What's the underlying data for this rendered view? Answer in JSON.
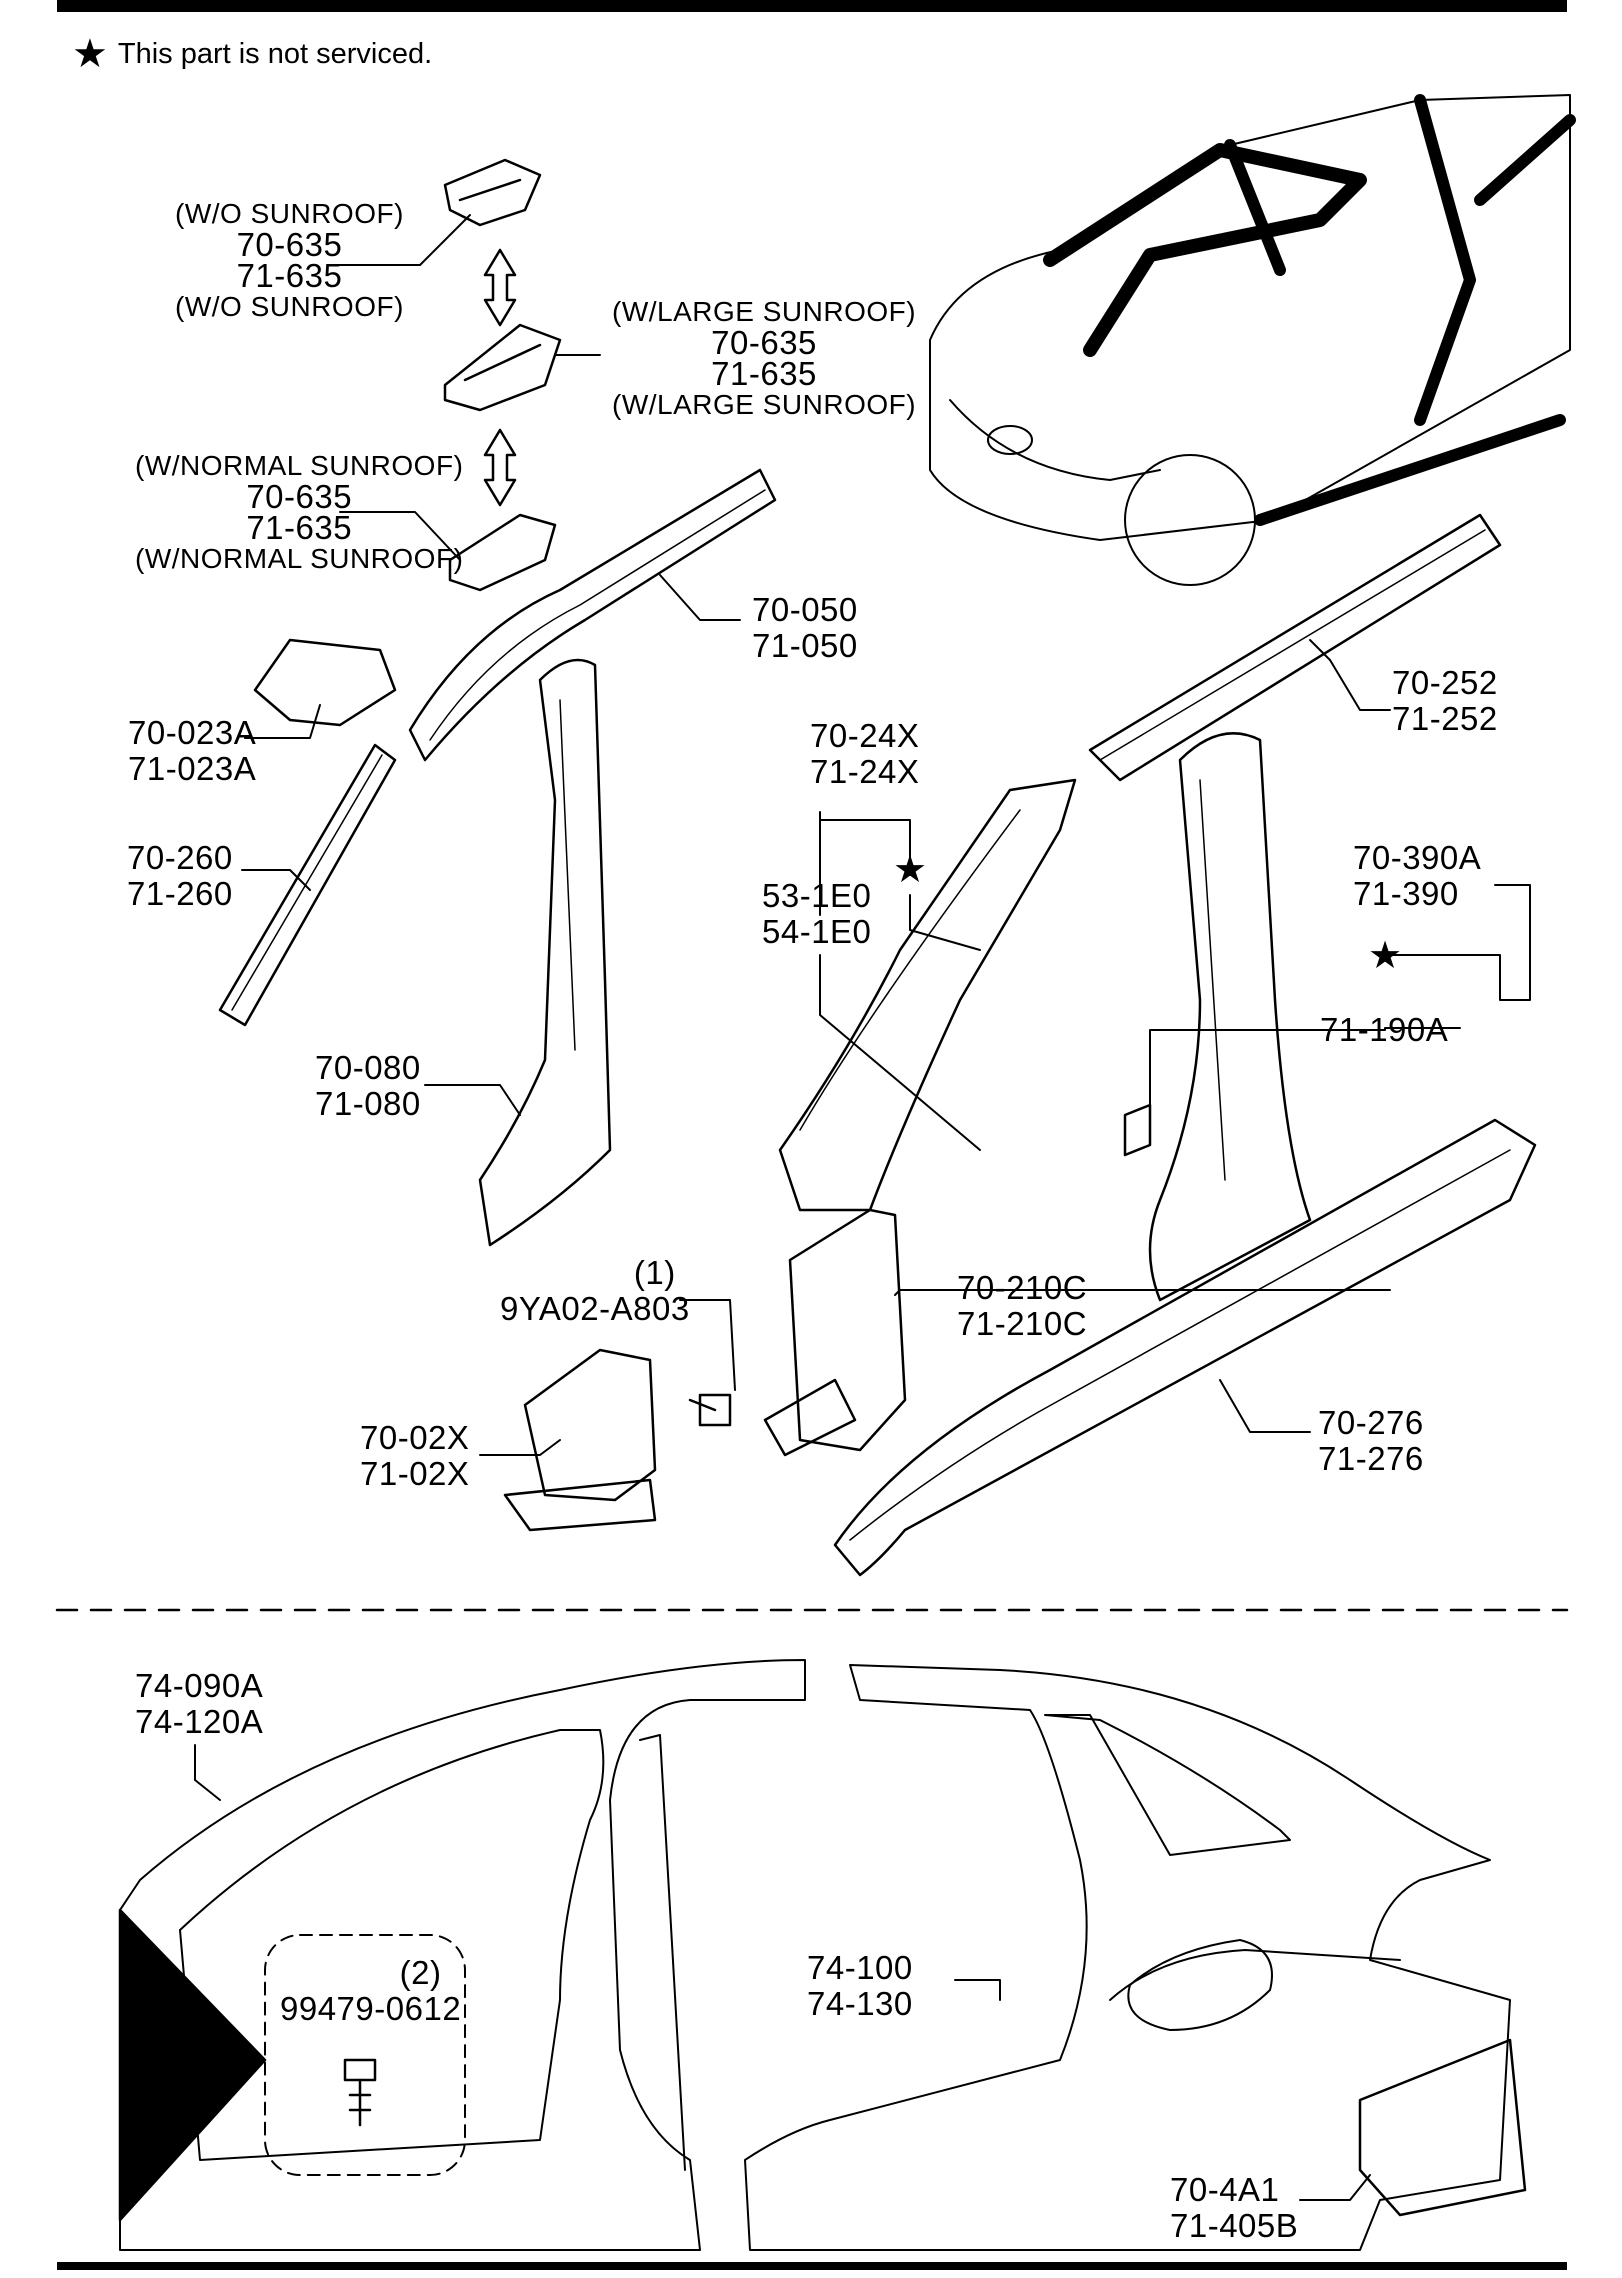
{
  "note": {
    "star_icon": "★",
    "text": "This part is not serviced."
  },
  "callouts": {
    "wo_sunroof": [
      "(W/O SUNROOF)",
      "70-635",
      "71-635",
      "(W/O SUNROOF)"
    ],
    "large_sunroof": [
      "(W/LARGE SUNROOF)",
      "70-635",
      "71-635",
      "(W/LARGE SUNROOF)"
    ],
    "normal_sunroof": [
      "(W/NORMAL SUNROOF)",
      "70-635",
      "71-635",
      "(W/NORMAL SUNROOF)"
    ],
    "rail_050": [
      "70-050",
      "71-050"
    ],
    "reinf_023": [
      "70-023A",
      "71-023A"
    ],
    "rail_260": [
      "70-260",
      "71-260"
    ],
    "pillar_080": [
      "70-080",
      "71-080"
    ],
    "bolt_1": [
      "(1)",
      "9YA02-A803"
    ],
    "bracket_02x": [
      "70-02X",
      "71-02X"
    ],
    "rail_252": [
      "70-252",
      "71-252"
    ],
    "pillar_24x": [
      "70-24X",
      "71-24X"
    ],
    "pillar_1e0": [
      "53-1E0",
      "54-1E0"
    ],
    "pillar_390": [
      "70-390A",
      "71-390"
    ],
    "pillar_190": [
      "71-190A"
    ],
    "pillar_210c": [
      "70-210C",
      "71-210C"
    ],
    "sill_276": [
      "70-276",
      "71-276"
    ],
    "side_090": [
      "74-090A",
      "74-120A"
    ],
    "side_100": [
      "74-100",
      "74-130"
    ],
    "bolt_2": [
      "(2)",
      "99479-0612"
    ],
    "panel_4a1": [
      "70-4A1",
      "71-405B"
    ]
  },
  "stars": [
    "★",
    "★",
    "★"
  ]
}
